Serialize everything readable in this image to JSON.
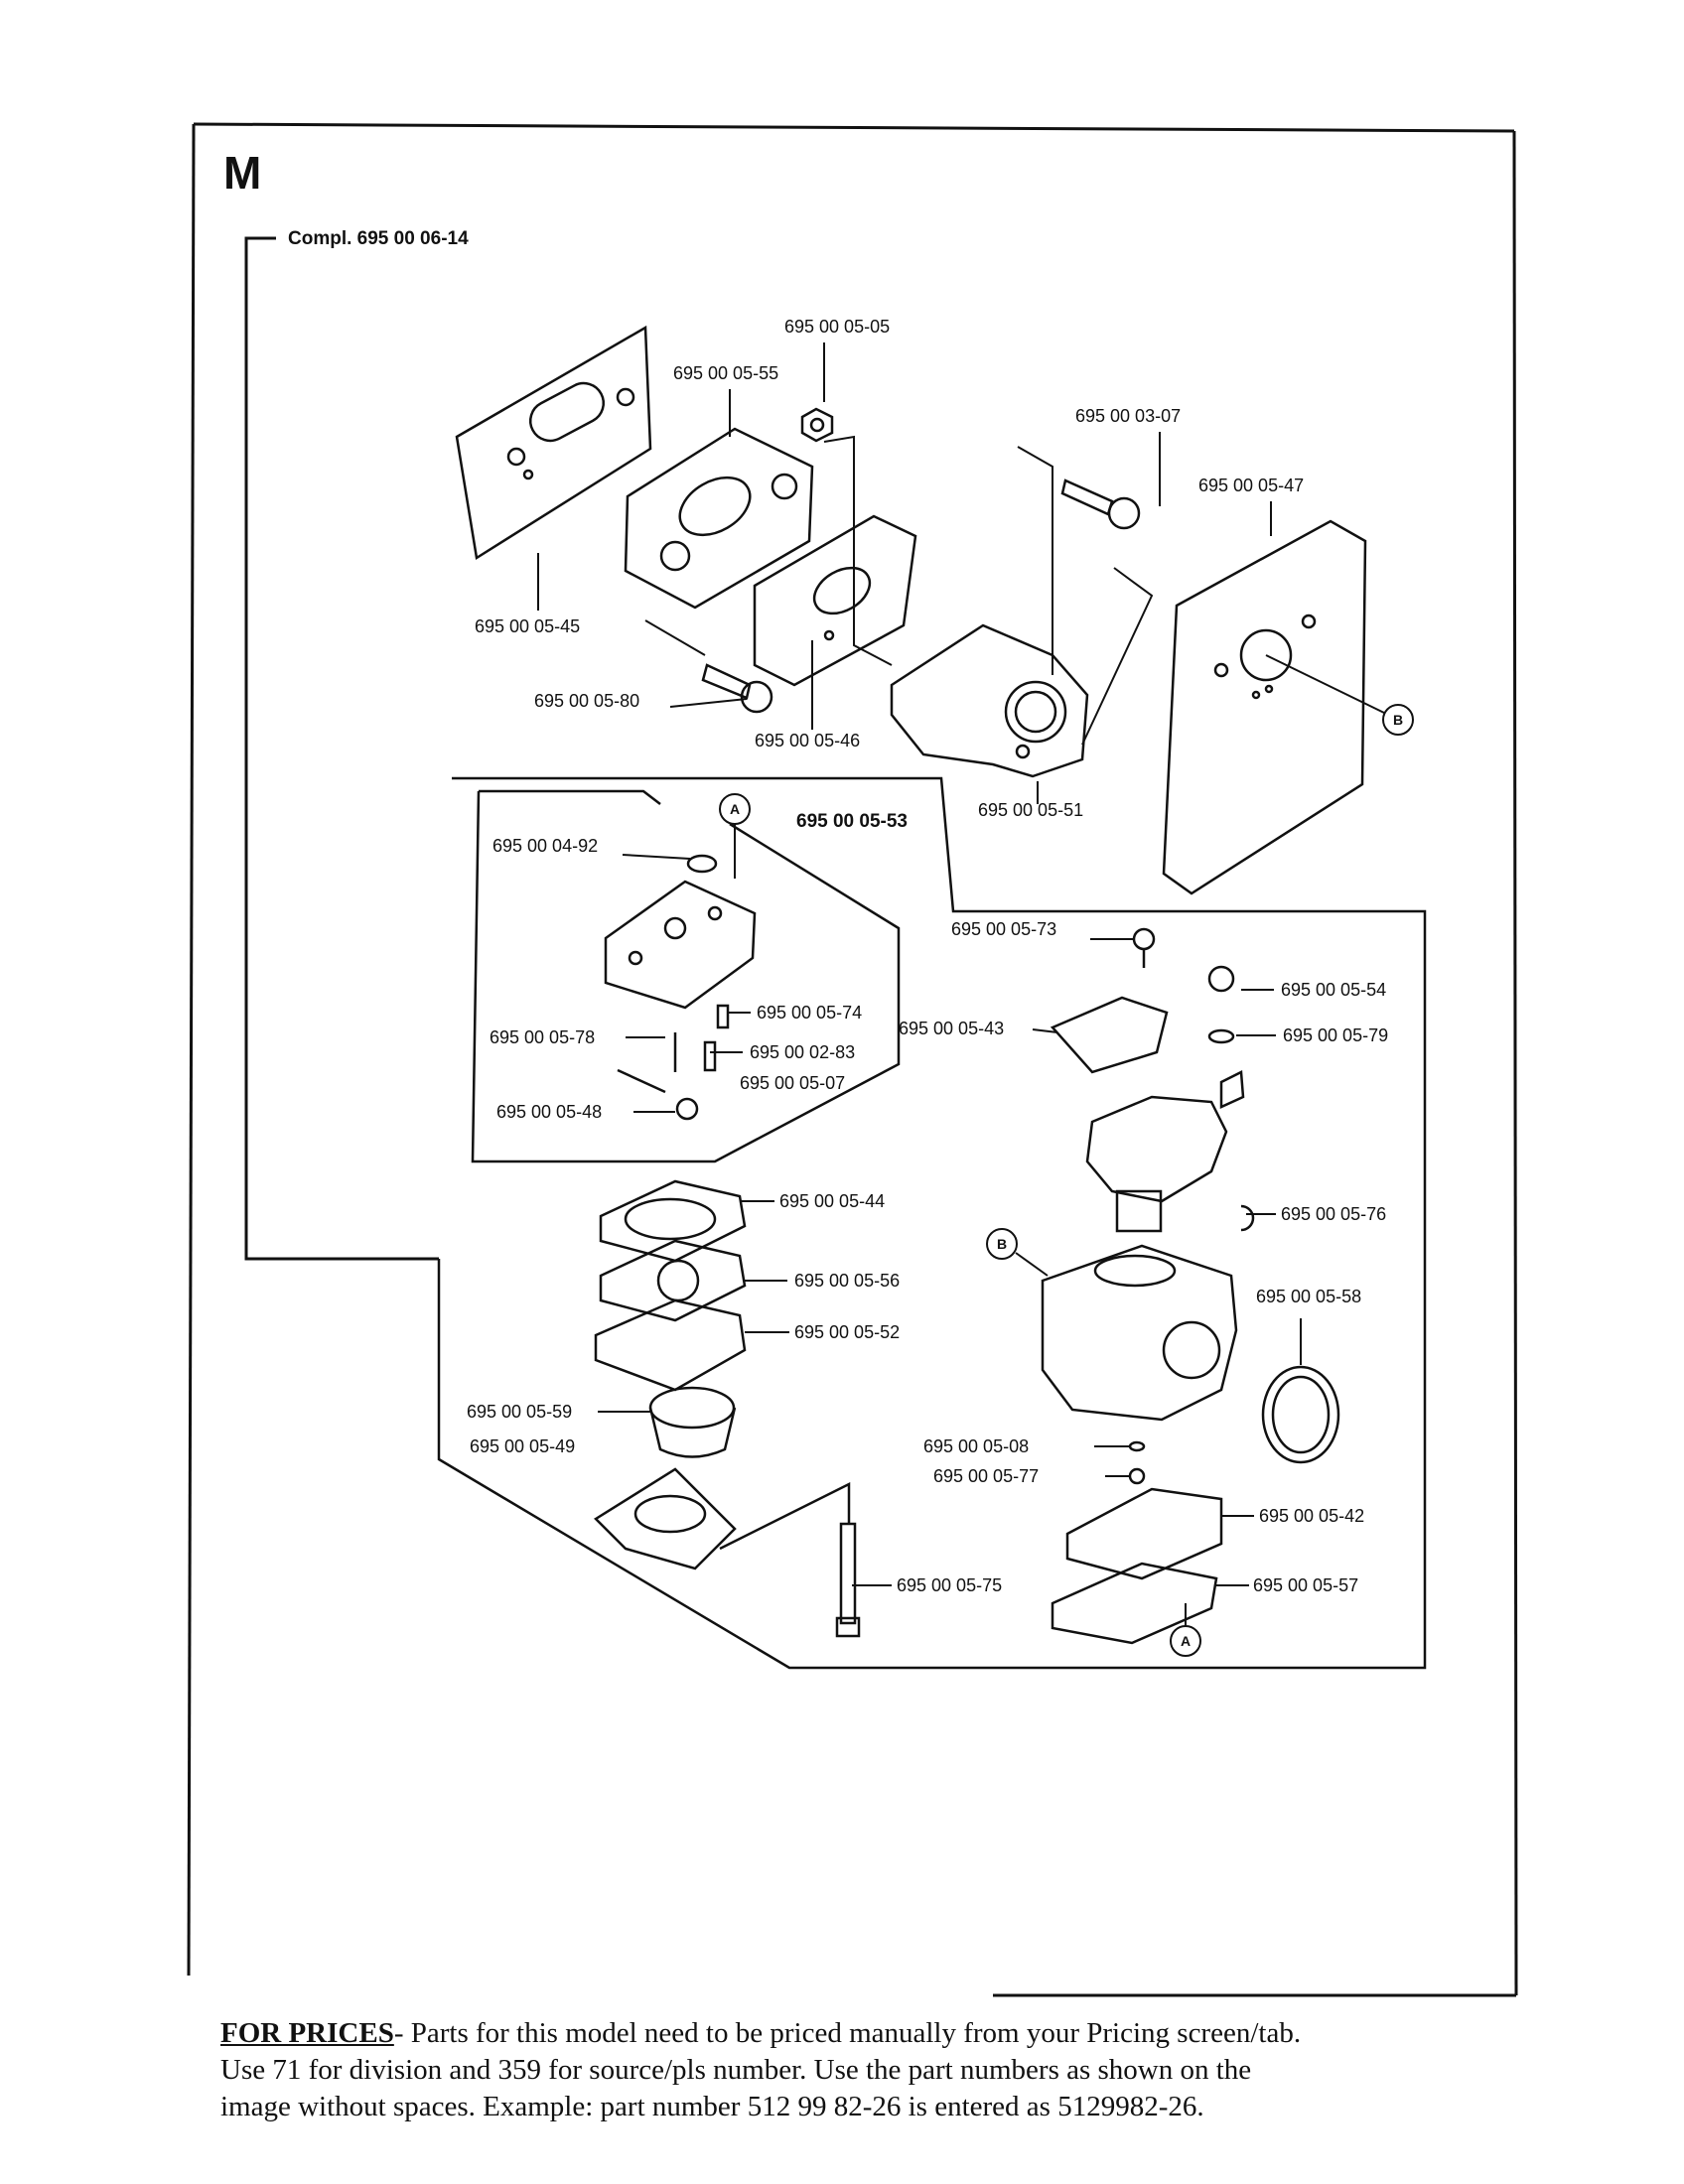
{
  "section_letter": "M",
  "complete_label": "Compl. 695 00 06-14",
  "kit_label": "695 00 05-53",
  "callouts": {
    "A": "A",
    "B": "B"
  },
  "parts": {
    "p0505": "695 00 05-05",
    "p0555": "695 00 05-55",
    "p0307": "695 00 03-07",
    "p0547": "695 00 05-47",
    "p0545": "695 00 05-45",
    "p0580": "695 00 05-80",
    "p0546": "695 00 05-46",
    "p0551": "695 00 05-51",
    "p0492": "695 00 04-92",
    "p0573": "695 00 05-73",
    "p0554": "695 00 05-54",
    "p0579": "695 00 05-79",
    "p0543": "695 00 05-43",
    "p0574": "695 00 05-74",
    "p0578": "695 00 05-78",
    "p0283": "695 00 02-83",
    "p0507": "695 00 05-07",
    "p0548": "695 00 05-48",
    "p0576": "695 00 05-76",
    "p0544": "695 00 05-44",
    "p0556": "695 00 05-56",
    "p0552": "695 00 05-52",
    "p0558": "695 00 05-58",
    "p0559": "695 00 05-59",
    "p0549": "695 00 05-49",
    "p0508": "695 00 05-08",
    "p0577": "695 00 05-77",
    "p0542": "695 00 05-42",
    "p0575": "695 00 05-75",
    "p0557": "695 00 05-57"
  },
  "footer": {
    "lead": "FOR PRICES",
    "line1": "- Parts for this model need to be priced manually from your Pricing screen/tab.",
    "line2": "Use 71 for division and 359 for source/pls number.  Use the part numbers as shown on the",
    "line3": "image without spaces.  Example: part number 512 99 82-26 is entered as 5129982-26."
  }
}
